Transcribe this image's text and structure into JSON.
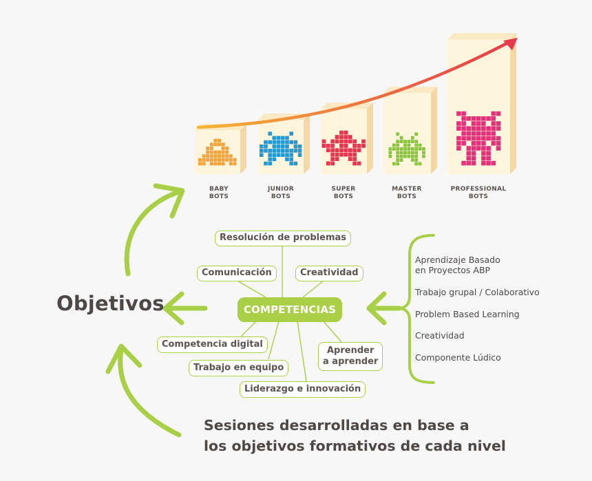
{
  "levels": [
    {
      "line1": "BABY",
      "line2": "BOTS",
      "color": "#f2a23a"
    },
    {
      "line1": "JUNIOR",
      "line2": "BOTS",
      "color": "#2597d1"
    },
    {
      "line1": "SUPER",
      "line2": "BOTS",
      "color": "#e7344f"
    },
    {
      "line1": "MASTER",
      "line2": "BOTS",
      "color": "#8ac33f"
    },
    {
      "line1": "PROFESSIONAL",
      "line2": "BOTS",
      "color": "#e5317c"
    }
  ],
  "progression_arrow": {
    "start_color": "#f5b433",
    "end_color": "#e63a4c",
    "icon": "arrow-up-right-icon"
  },
  "goal": {
    "label": "Objetivos"
  },
  "competencies": {
    "core": "COMPETENCIAS",
    "items": [
      "Resolución de problemas",
      "Comunicación",
      "Creatividad",
      "Competencia digital",
      "Trabajo en equipo",
      "Liderazgo e innovación",
      {
        "line1": "Aprender",
        "line2": "a aprender"
      }
    ]
  },
  "methodologies": [
    {
      "line1": "Aprendizaje Basado",
      "line2": "en Proyectos ABP"
    },
    {
      "line1": "Trabajo grupal / Colaborativo"
    },
    {
      "line1": "Problem Based Learning"
    },
    {
      "line1": "Creatividad"
    },
    {
      "line1": "Componente Lúdico"
    }
  ],
  "sessions": {
    "line1": "Sesiones desarrolladas en base a",
    "line2": "los objetivos formativos de cada nivel"
  },
  "colors": {
    "accent_green": "#a8cf45",
    "box_face": "#fef6dc",
    "box_side": "#f5d7a3",
    "text": "#4d4746"
  }
}
